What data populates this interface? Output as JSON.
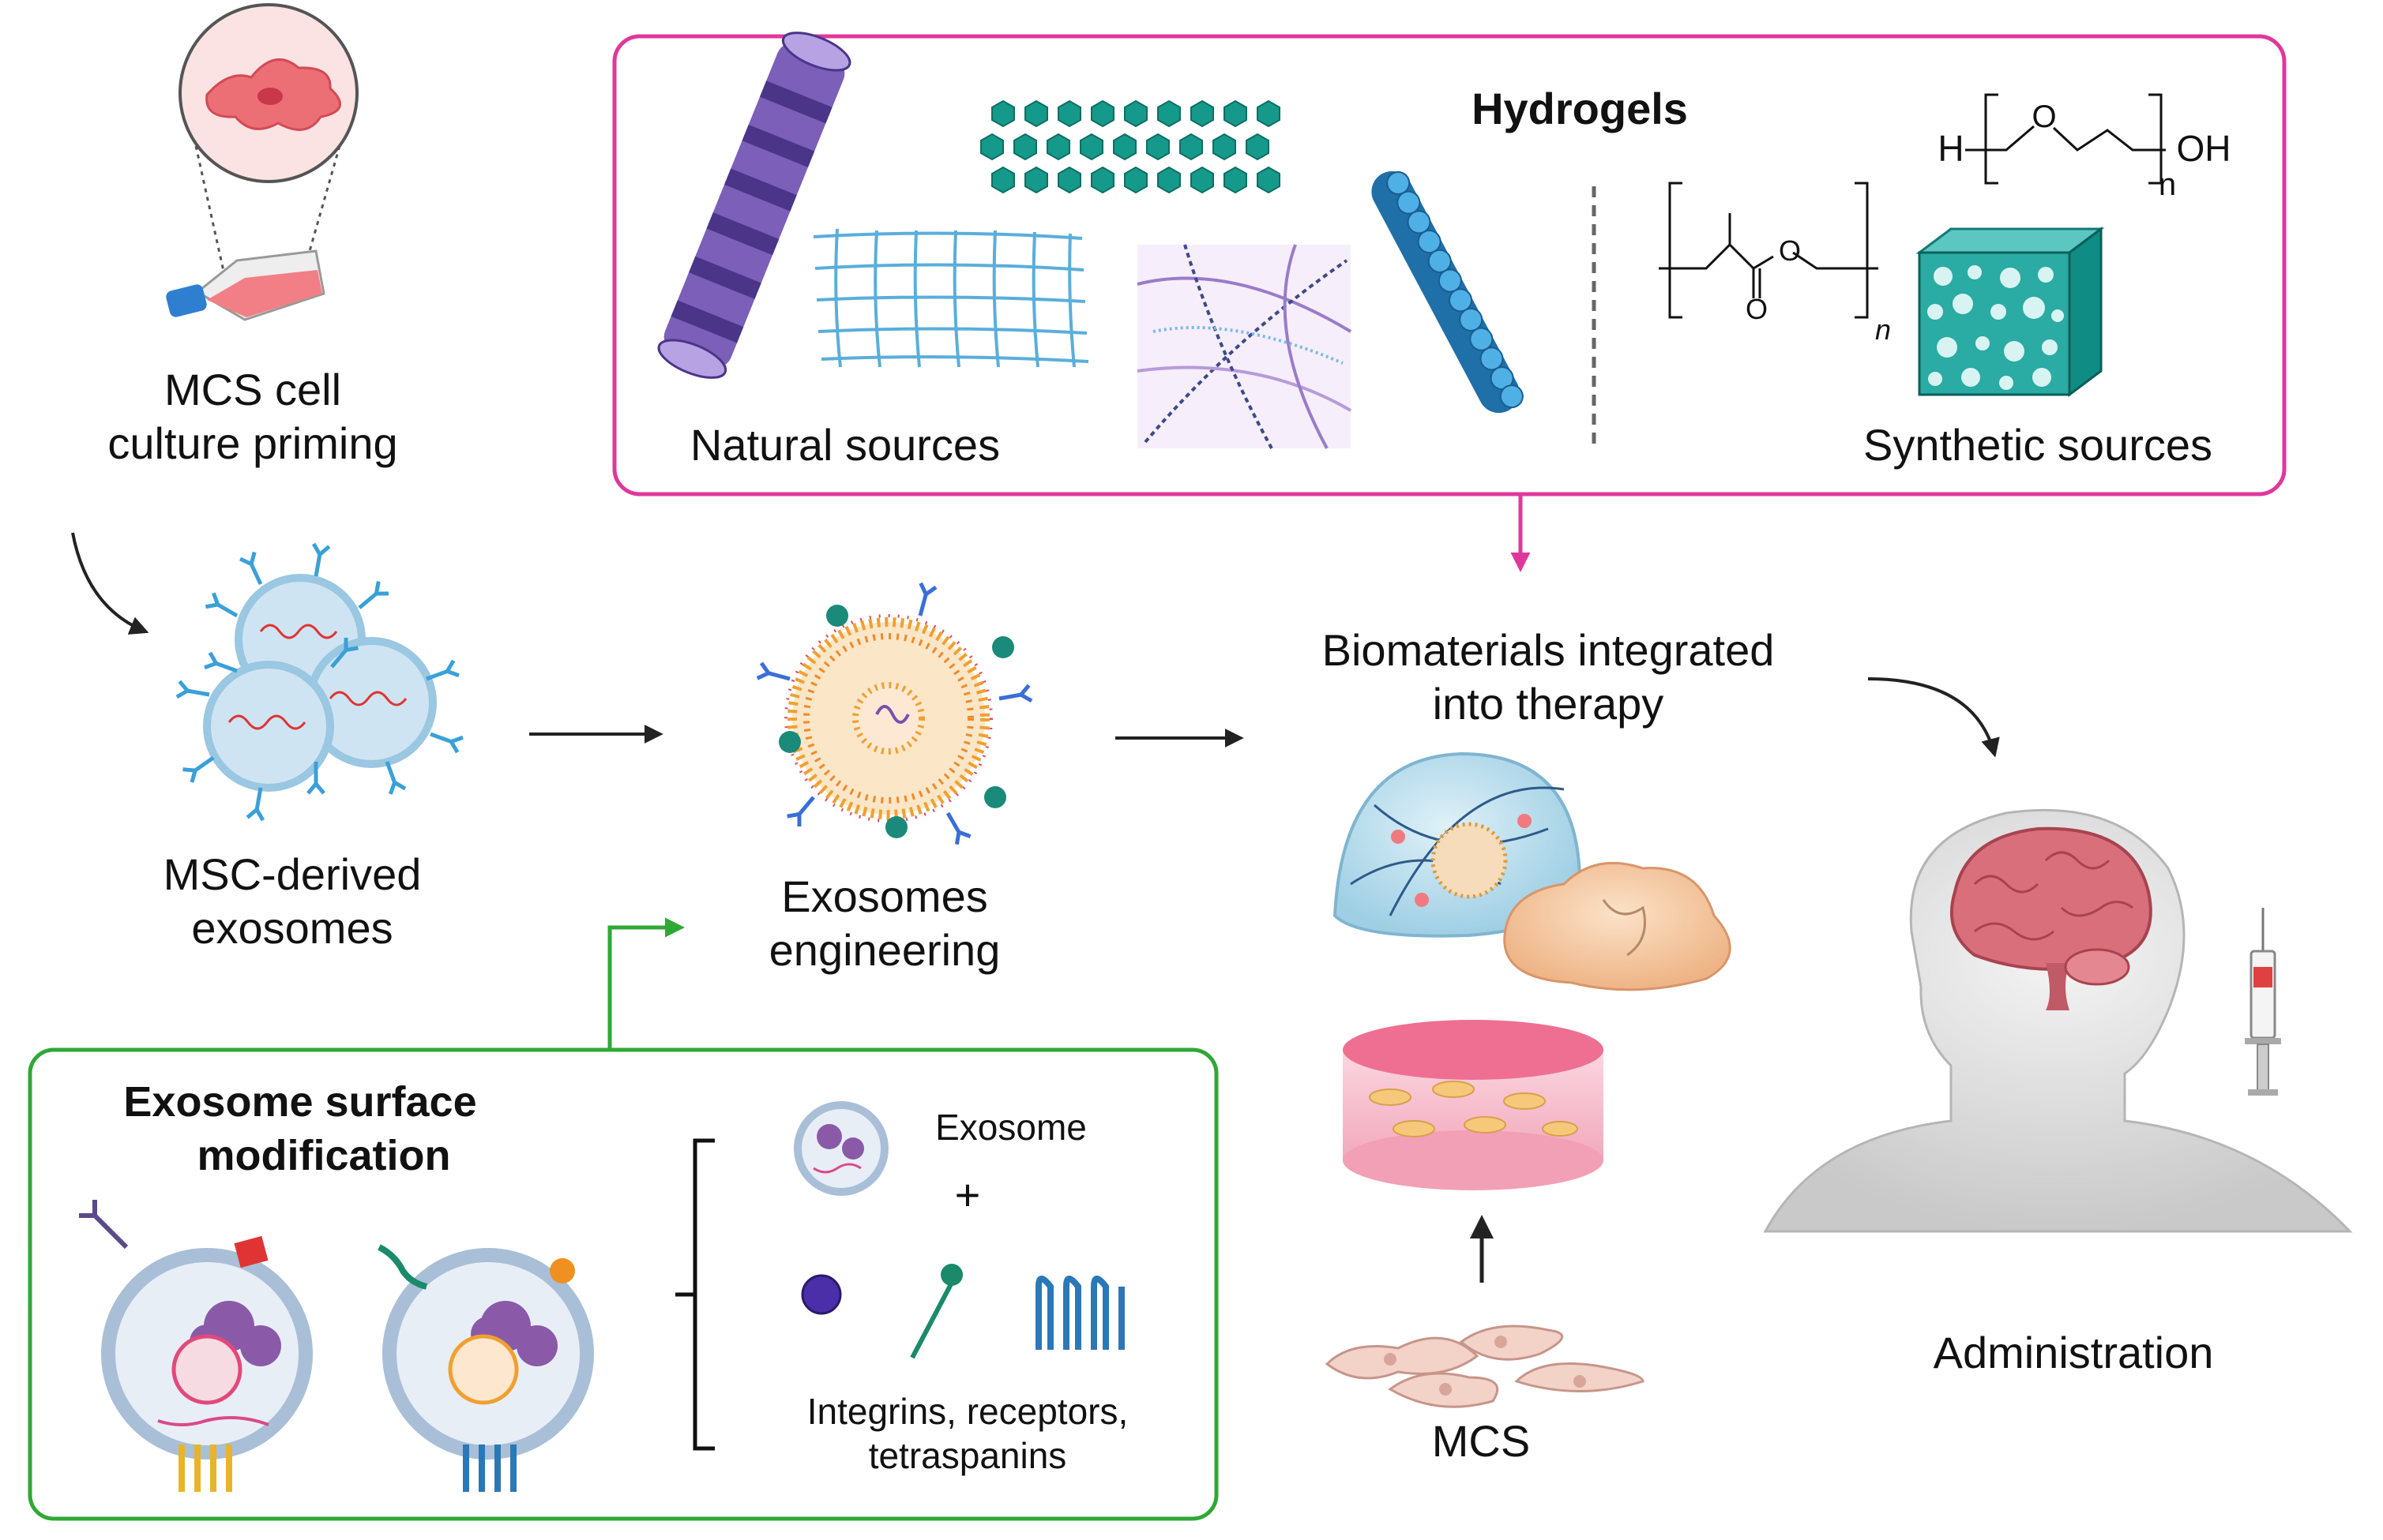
{
  "colors": {
    "hydrogel_border": "#e0389a",
    "surface_border": "#2fa836",
    "arrow_pink": "#e0389a",
    "arrow_green": "#2fa836",
    "arrow_black": "#222222",
    "membrane_blue": "#3aa0d8",
    "teal": "#1a9a8a",
    "purple": "#6a4fa8",
    "brain": "#d9707a"
  },
  "hydrogels": {
    "title": "Hydrogels",
    "natural_label": "Natural sources",
    "synthetic_label": "Synthetic sources",
    "peg_h": "H",
    "peg_o": "O",
    "peg_oh": "OH",
    "peg_n": "n",
    "pla_o1": "O",
    "pla_o2": "O",
    "pla_n": "n"
  },
  "steps": {
    "priming_line1": "MCS cell",
    "priming_line2": "culture priming",
    "exosomes_line1": "MSC-derived",
    "exosomes_line2": "exosomes",
    "engineering_line1": "Exosomes",
    "engineering_line2": "engineering",
    "biomaterials_line1": "Biomaterials integrated",
    "biomaterials_line2": "into therapy",
    "mcs": "MCS",
    "administration": "Administration"
  },
  "surface": {
    "title_line1": "Exosome surface",
    "title_line2": "modification",
    "exosome_label": "Exosome",
    "plus": "+",
    "molecules_line1": "Integrins, receptors,",
    "molecules_line2": "tetraspanins"
  },
  "icons": [
    "flask-icon",
    "cell-icon",
    "exosome-cluster-icon",
    "engineered-exosome-icon",
    "collagen-fiber-icon",
    "hexagon-chain-icon",
    "mesh-icon",
    "fiber-network-icon",
    "bead-fiber-icon",
    "porous-cube-icon",
    "dome-hydrogel-icon",
    "blob-hydrogel-icon",
    "cell-dish-icon",
    "cells-icon",
    "head-brain-icon",
    "syringe-icon",
    "modified-exosome-icon",
    "protein-ball-icon",
    "receptor-icon",
    "tetraspanin-icon"
  ]
}
